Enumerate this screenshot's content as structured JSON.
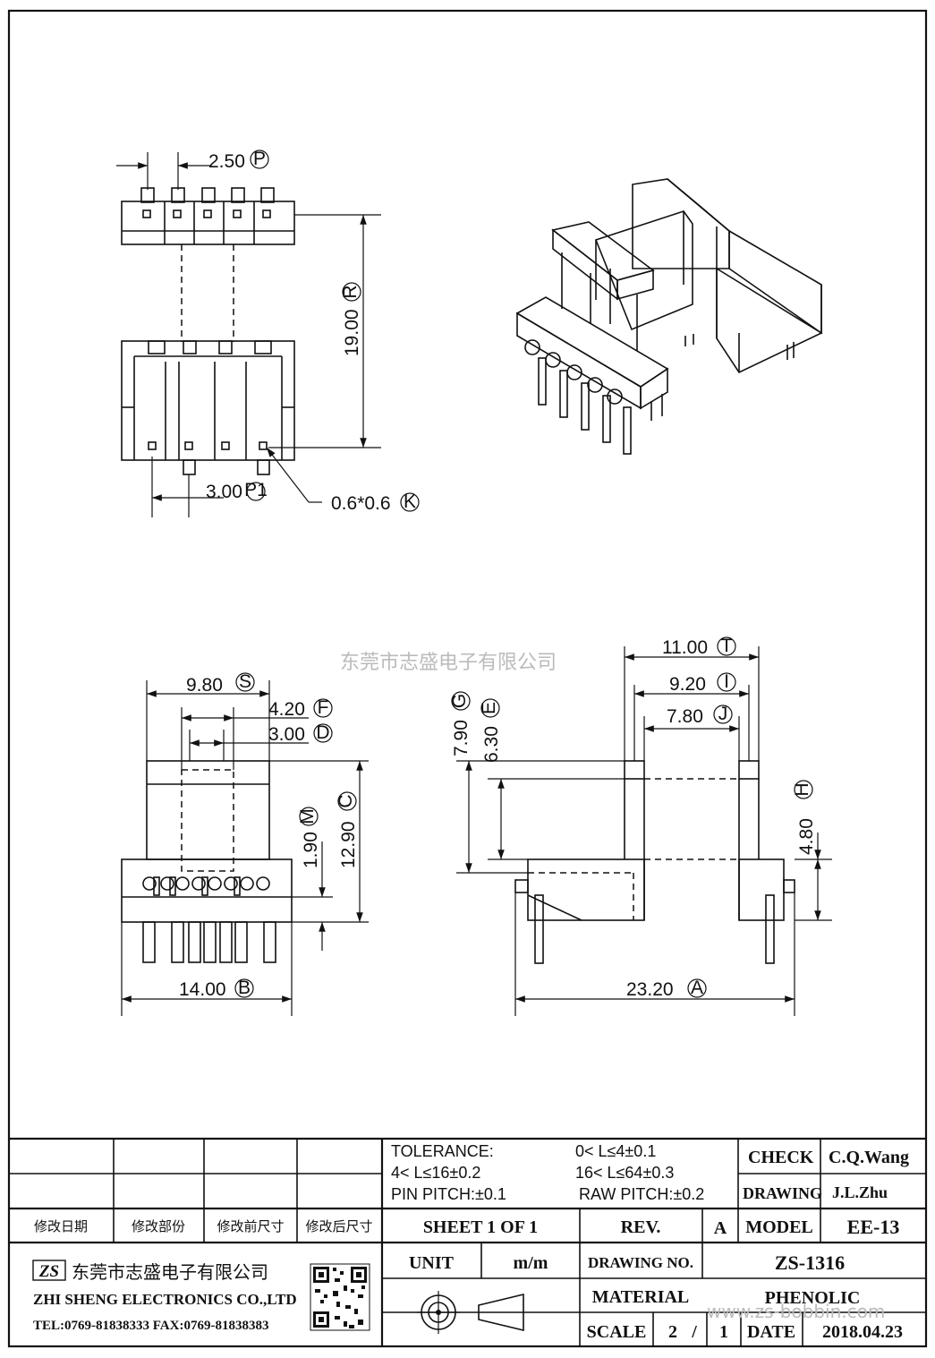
{
  "watermark": {
    "company_cn": "东莞市志盛电子有限公司",
    "site": "www.zs-bobbin.com"
  },
  "dimensions": {
    "P": {
      "value": "2.50",
      "label": "P"
    },
    "R": {
      "value": "19.00",
      "label": "R"
    },
    "P1": {
      "value": "3.00",
      "label": "P1"
    },
    "K": {
      "value": "0.6*0.6",
      "label": "K"
    },
    "S": {
      "value": "9.80",
      "label": "S"
    },
    "F": {
      "value": "4.20",
      "label": "F"
    },
    "D": {
      "value": "3.00",
      "label": "D"
    },
    "C": {
      "value": "12.90",
      "label": "C"
    },
    "M": {
      "value": "1.90",
      "label": "M"
    },
    "B": {
      "value": "14.00",
      "label": "B"
    },
    "T": {
      "value": "11.00",
      "label": "T"
    },
    "I": {
      "value": "9.20",
      "label": "I"
    },
    "J": {
      "value": "7.80",
      "label": "J"
    },
    "G": {
      "value": "7.90",
      "label": "G"
    },
    "E": {
      "value": "6.30",
      "label": "E"
    },
    "H": {
      "value": "4.80",
      "label": "H"
    },
    "A": {
      "value": "23.20",
      "label": "A"
    }
  },
  "title_block": {
    "tolerance_label": "TOLERANCE:",
    "tol_1": "0< L≤4±0.1",
    "tol_2": "4< L≤16±0.2",
    "tol_3": "16< L≤64±0.3",
    "pin_pitch": "PIN PITCH:±0.1",
    "raw_pitch": "RAW PITCH:±0.2",
    "check_label": "CHECK",
    "check_value": "C.Q.Wang",
    "drawing_label": "DRAWING",
    "drawing_value": "J.L.Zhu",
    "rev_headers": [
      "修改日期",
      "修改部份",
      "修改前尺寸",
      "修改后尺寸"
    ],
    "sheet": "SHEET  1  OF  1",
    "rev_label": "REV.",
    "rev_value": "A",
    "model_label": "MODEL",
    "model_value": "EE-13",
    "unit_label": "UNIT",
    "unit_value": "m/m",
    "drawing_no_label": "DRAWING  NO.",
    "drawing_no_value": "ZS-1316",
    "material_label": "MATERIAL",
    "material_value": "PHENOLIC",
    "scale_label": "SCALE",
    "scale_a": "2",
    "scale_sep": "/",
    "scale_b": "1",
    "date_label": "DATE",
    "date_value": "2018.04.23",
    "company_cn": "东莞市志盛电子有限公司",
    "company_en": "ZHI SHENG ELECTRONICS CO.,LTD",
    "contact": "TEL:0769-81838333 FAX:0769-81838383",
    "logo_text": "ZS"
  }
}
